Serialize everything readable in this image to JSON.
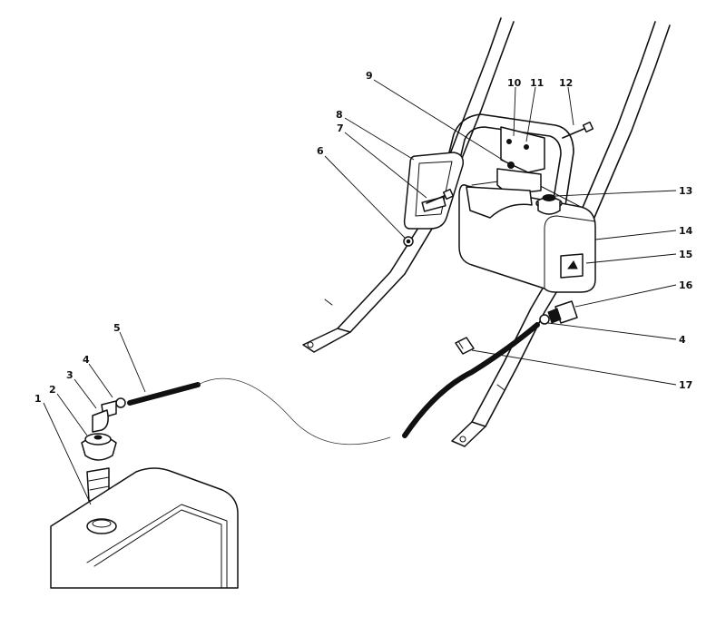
{
  "diagram": {
    "callouts": [
      {
        "id": "1",
        "label": "1"
      },
      {
        "id": "2",
        "label": "2"
      },
      {
        "id": "3",
        "label": "3"
      },
      {
        "id": "4a",
        "label": "4"
      },
      {
        "id": "5",
        "label": "5"
      },
      {
        "id": "6",
        "label": "6"
      },
      {
        "id": "7",
        "label": "7"
      },
      {
        "id": "8",
        "label": "8"
      },
      {
        "id": "9",
        "label": "9"
      },
      {
        "id": "10",
        "label": "10"
      },
      {
        "id": "11",
        "label": "11"
      },
      {
        "id": "12",
        "label": "12"
      },
      {
        "id": "13",
        "label": "13"
      },
      {
        "id": "14",
        "label": "14"
      },
      {
        "id": "15",
        "label": "15"
      },
      {
        "id": "16",
        "label": "16"
      },
      {
        "id": "4b",
        "label": "4"
      },
      {
        "id": "17",
        "label": "17"
      }
    ]
  }
}
